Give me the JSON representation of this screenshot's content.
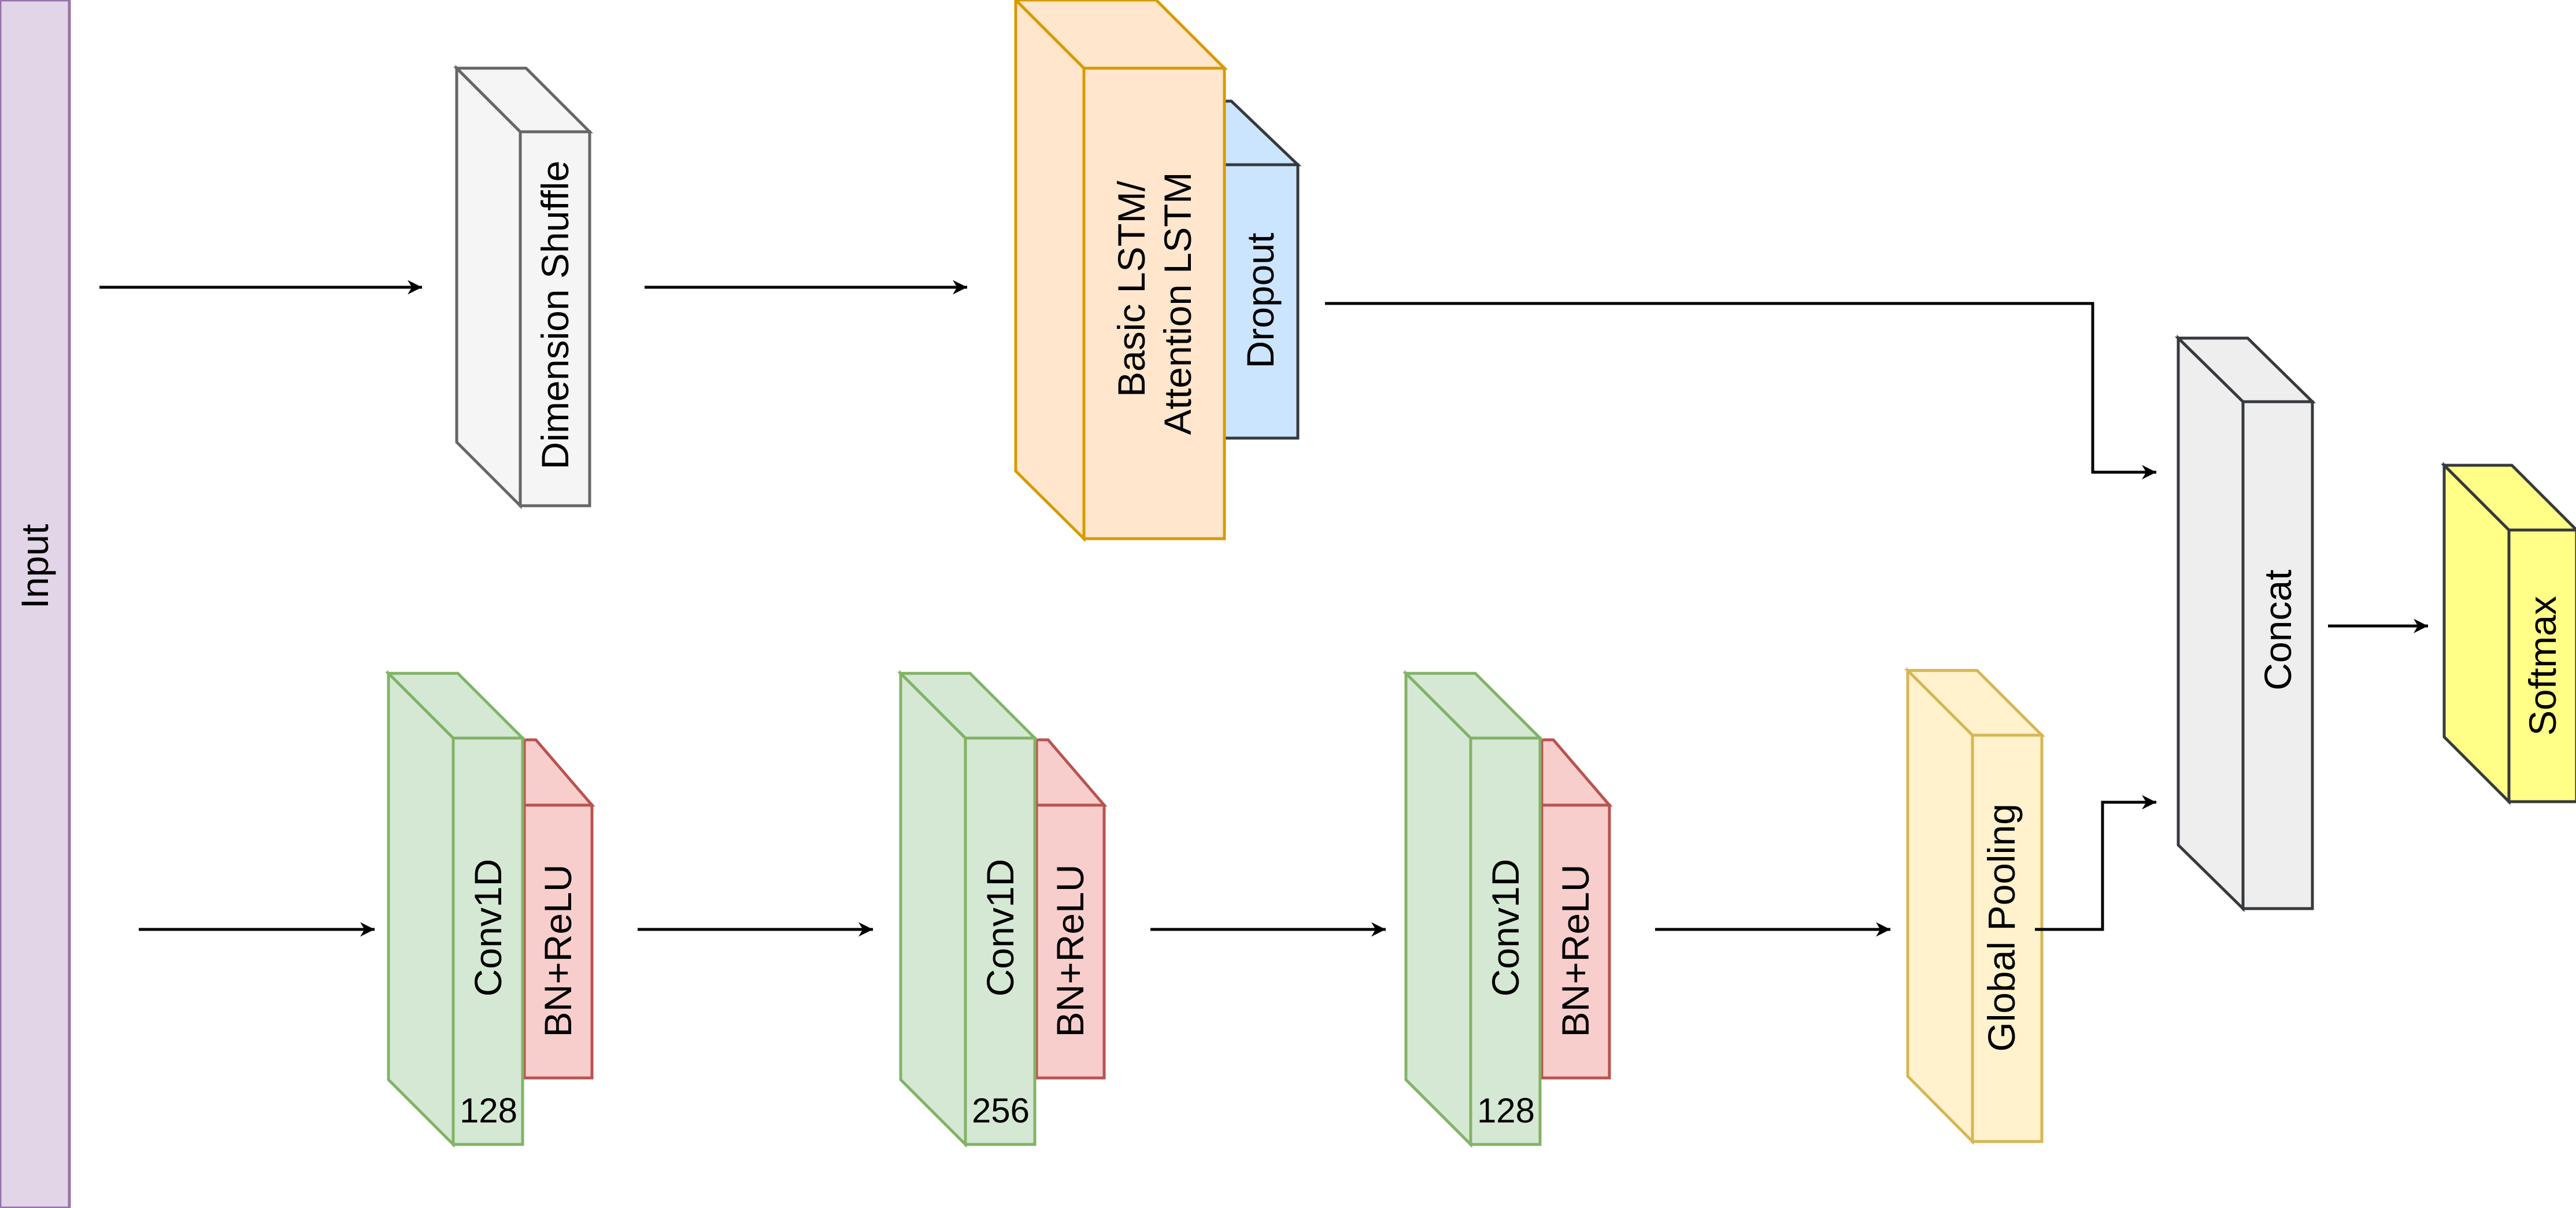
{
  "blocks": {
    "input": {
      "label": "Input",
      "fill": "#e1d5e7",
      "stroke": "#9673a6"
    },
    "dimension_shuffle": {
      "label": "Dimension Shuffle",
      "fill": "#f5f5f5",
      "stroke": "#666666"
    },
    "lstm": {
      "label_line1": "Basic LSTM/",
      "label_line2": "Attention LSTM",
      "fill": "#ffe6cc",
      "stroke": "#d79b00"
    },
    "dropout": {
      "label": "Dropout",
      "fill": "#cce5ff",
      "stroke": "#36393d"
    },
    "conv_blocks": [
      {
        "label": "Conv1D",
        "filters": "128",
        "activation": "BN+ReLU"
      },
      {
        "label": "Conv1D",
        "filters": "256",
        "activation": "BN+ReLU"
      },
      {
        "label": "Conv1D",
        "filters": "128",
        "activation": "BN+ReLU"
      }
    ],
    "conv_style": {
      "fill": "#d5e8d4",
      "stroke": "#82b366",
      "act_fill": "#f8cecc",
      "act_stroke": "#b85450"
    },
    "global_pooling": {
      "label": "Global Pooling",
      "fill": "#fff2cc",
      "stroke": "#d6b656"
    },
    "concat": {
      "label": "Concat",
      "fill": "#eeeeee",
      "stroke": "#36393d"
    },
    "softmax": {
      "label": "Softmax",
      "fill": "#ffff88",
      "stroke": "#36393d"
    }
  }
}
